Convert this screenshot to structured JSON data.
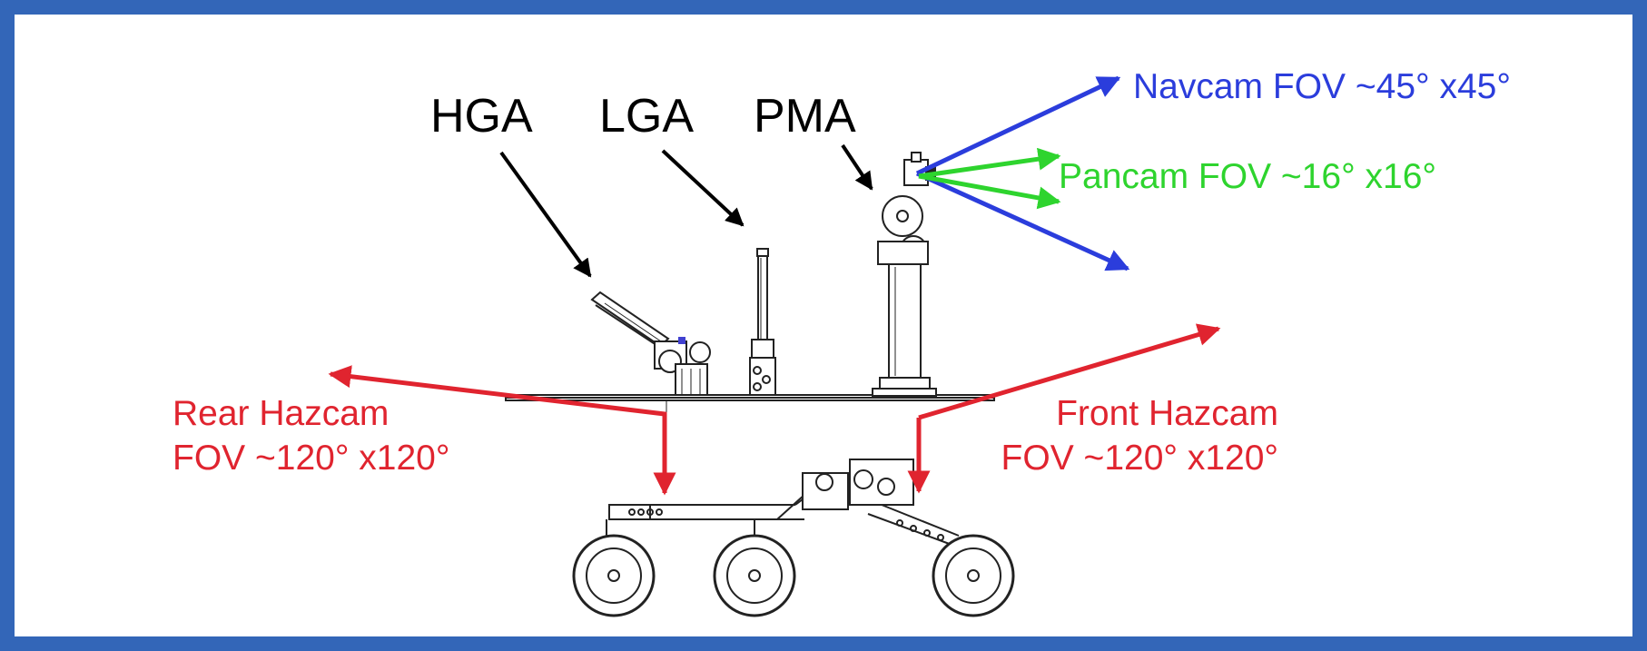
{
  "labels": {
    "hga": "HGA",
    "lga": "LGA",
    "pma": "PMA",
    "navcam": "Navcam FOV ~45° x45°",
    "pancam": "Pancam FOV ~16° x16°",
    "rear_hazcam_line1": "Rear Hazcam",
    "rear_hazcam_line2": "FOV ~120° x120°",
    "front_hazcam_line1": "Front Hazcam",
    "front_hazcam_line2": "FOV ~120° x120°"
  },
  "colors": {
    "frame": "#3366b8",
    "navcam": "#2b3ddc",
    "pancam": "#2ed42e",
    "hazcam": "#e0242f",
    "part_labels": "#000000",
    "rover_lines": "#222222"
  }
}
